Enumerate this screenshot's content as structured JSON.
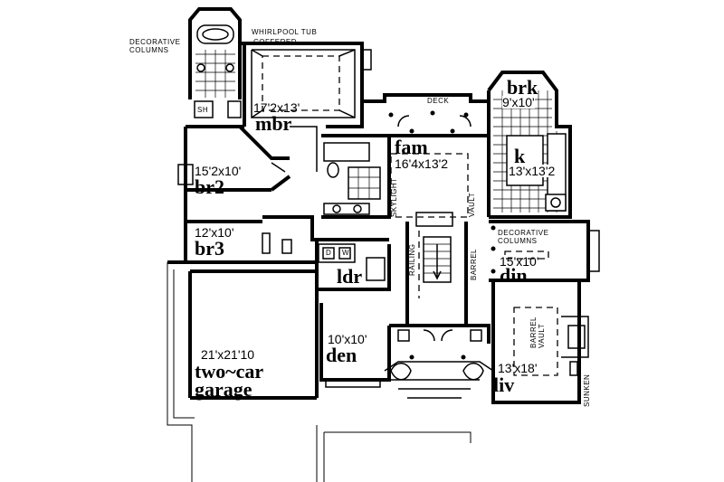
{
  "notes": {
    "decorative_columns_top": "DECORATIVE\nCOLUMNS",
    "whirlpool": "WHIRLPOOL TUB",
    "coffered": "COFFERED",
    "sh": "SH",
    "deck": "DECK",
    "skylight": "SKYLIGHT",
    "vault": "VAULT",
    "barrel_fam": "BARREL",
    "railing": "RAILING",
    "decorative_columns_din": "DECORATIVE\nCOLUMNS",
    "barrel_vault_liv": "BARREL\nVAULT",
    "sunken": "SUNKEN",
    "d": "D",
    "w": "W"
  },
  "rooms": {
    "mbr": {
      "dim": "17'2x13'",
      "name": "mbr"
    },
    "br2": {
      "dim": "15'2x10'",
      "name": "br2"
    },
    "br3": {
      "dim": "12'x10'",
      "name": "br3"
    },
    "fam": {
      "dim": "16'4x13'2",
      "name": "fam"
    },
    "brk": {
      "dim": "9'x10'",
      "name": "brk"
    },
    "k": {
      "dim": "13'x13'2",
      "name": "k"
    },
    "din": {
      "dim": "15'x10'",
      "name": "din"
    },
    "ldr": {
      "name": "ldr"
    },
    "den": {
      "dim": "10'x10'",
      "name": "den"
    },
    "garage": {
      "dim": "21'x21'10",
      "name1": "two~car",
      "name2": "garage"
    },
    "liv": {
      "dim": "13'x18'",
      "name": "liv"
    }
  }
}
